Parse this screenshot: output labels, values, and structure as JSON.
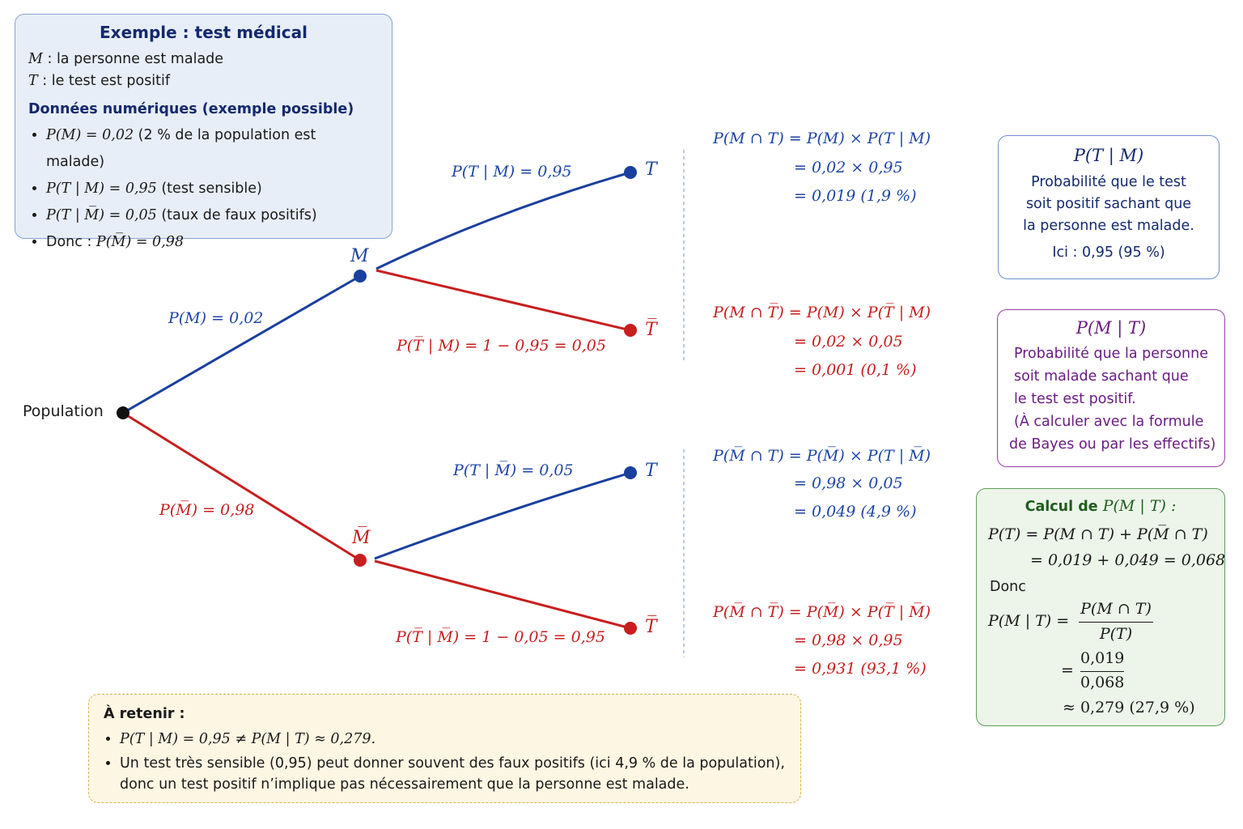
{
  "example": {
    "title": "Exemple : test médical",
    "def_m_var": "M",
    "def_m_text": " : la personne est malade",
    "def_t_var": "T",
    "def_t_text": " : le test est positif",
    "subtitle": "Données numériques (exemple possible)",
    "items": [
      {
        "math": "P(M) = 0,02",
        "text": " (2 % de la population est malade)"
      },
      {
        "math": "P(T | M) = 0,95",
        "text": " (test sensible)"
      },
      {
        "math": "P(T | M̅) = 0,05",
        "text": " (taux de faux positifs)"
      },
      {
        "prefix": "Donc : ",
        "math": "P(M̅) = 0,98"
      }
    ]
  },
  "tree": {
    "root": "Population",
    "node_m": "M",
    "node_mbar": "M̅",
    "leaf_t": "T",
    "leaf_tbar": "T̅",
    "label_pm": "P(M) = 0,02",
    "label_pmbar": "P(M̅) = 0,98",
    "label_t_given_m": "P(T | M) = 0,95",
    "label_tbar_given_m": "P(T̅ | M) = 1 − 0,95 = 0,05",
    "label_t_given_mbar": "P(T | M̅) = 0,05",
    "label_tbar_given_mbar": "P(T̅ | M̅) = 1 − 0,05 = 0,95"
  },
  "equations": [
    {
      "l1": "P(M ∩ T) = P(M) × P(T | M)",
      "l2": "= 0,02 × 0,95",
      "l3": "= 0,019 (1,9 %)"
    },
    {
      "l1": "P(M ∩ T̅) = P(M) × P(T̅ | M)",
      "l2": "= 0,02 × 0,05",
      "l3": "= 0,001 (0,1 %)"
    },
    {
      "l1": "P(M̅ ∩ T) = P(M̅) × P(T | M̅)",
      "l2": "= 0,98 × 0,05",
      "l3": "= 0,049 (4,9 %)"
    },
    {
      "l1": "P(M̅ ∩ T̅) = P(M̅) × P(T̅ | M̅)",
      "l2": "= 0,98 × 0,95",
      "l3": "= 0,931 (93,1 %)"
    }
  ],
  "info_sensitivity": {
    "heading": "P(T | M)",
    "lines": [
      "Probabilité que le test",
      "soit positif sachant que",
      "la personne est malade."
    ],
    "value": "Ici : 0,95 (95 %)"
  },
  "info_posterior": {
    "heading": "P(M | T)",
    "lines": [
      "Probabilité que la personne",
      "soit malade sachant que",
      "le test est positif.",
      "(À calculer avec la formule",
      "de Bayes ou par les effectifs)"
    ]
  },
  "calc": {
    "title": "Calcul de ",
    "title_math": "P(M | T) :",
    "line1": "P(T) = P(M ∩ T) + P(M̅ ∩ T)",
    "line2": "= 0,019 + 0,049 = 0,068",
    "donc": "Donc",
    "lhs": "P(M | T) =",
    "frac1_num": "P(M ∩ T)",
    "frac1_den": "P(T)",
    "frac2_num": "0,019",
    "frac2_den": "0,068",
    "eq_sign": "=",
    "approx": "≈ 0,279 (27,9 %)"
  },
  "remember": {
    "title": "À retenir :",
    "item1": "P(T | M) = 0,95 ≠ P(M | T) ≈ 0,279.",
    "item2_l1": "Un test très sensible (0,95) peut donner souvent des faux positifs (ici 4,9 % de la population),",
    "item2_l2": "donc un test positif n’implique pas nécessairement que la personne est malade."
  },
  "colors": {
    "blue": "#1e46a4",
    "red": "#c81e1e",
    "green": "#1f5e1c",
    "purple": "#6a1c82"
  }
}
